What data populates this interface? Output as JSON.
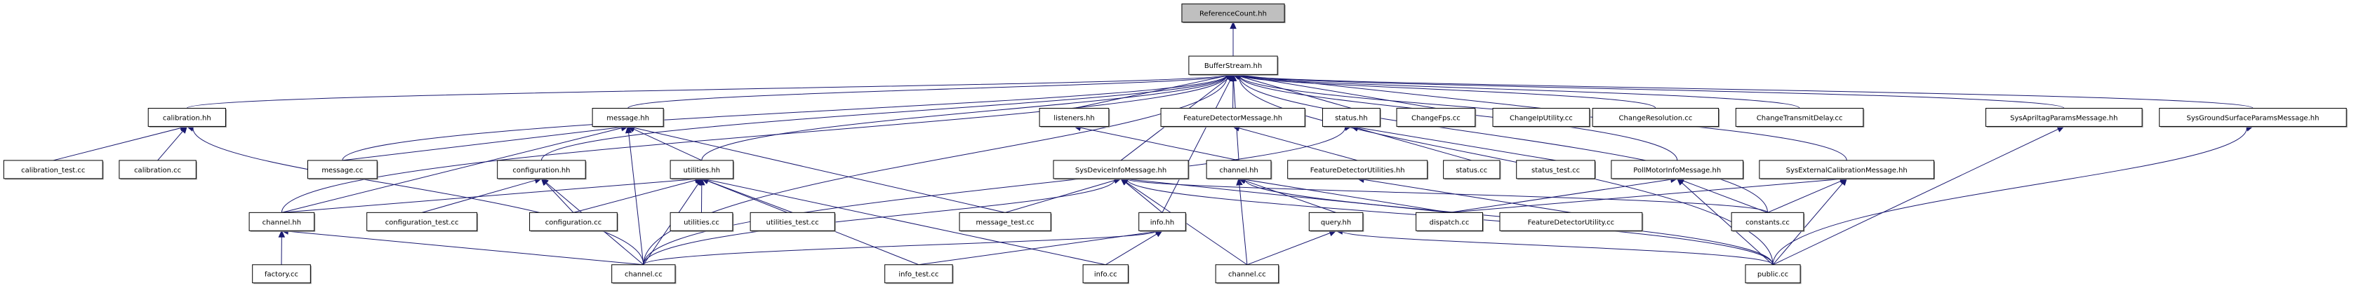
{
  "title": "ReferenceCount.hh include dependency graph",
  "colors": {
    "edge": "#191970",
    "root_fill": "#bfbfbf",
    "node_fill": "#ffffff",
    "border": "#000000"
  },
  "nodes": [
    {
      "id": "ReferenceCount_hh",
      "label": "ReferenceCount.hh",
      "root": true
    },
    {
      "id": "BufferStream_hh",
      "label": "BufferStream.hh"
    },
    {
      "id": "calibration_hh",
      "label": "calibration.hh"
    },
    {
      "id": "message_hh",
      "label": "message.hh"
    },
    {
      "id": "listeners_hh",
      "label": "listeners.hh"
    },
    {
      "id": "FeatureDetectorMessage_hh",
      "label": "FeatureDetectorMessage.hh"
    },
    {
      "id": "status_hh",
      "label": "status.hh"
    },
    {
      "id": "ChangeFps_cc",
      "label": "ChangeFps.cc"
    },
    {
      "id": "ChangeIpUtility_cc",
      "label": "ChangeIpUtility.cc"
    },
    {
      "id": "ChangeResolution_cc",
      "label": "ChangeResolution.cc"
    },
    {
      "id": "ChangeTransmitDelay_cc",
      "label": "ChangeTransmitDelay.cc"
    },
    {
      "id": "SysApriltagParamsMessage_hh",
      "label": "SysApriltagParamsMessage.hh"
    },
    {
      "id": "SysGroundSurfaceParamsMessage_hh",
      "label": "SysGroundSurfaceParamsMessage.hh"
    },
    {
      "id": "calibration_test_cc",
      "label": "calibration_test.cc"
    },
    {
      "id": "calibration_cc",
      "label": "calibration.cc"
    },
    {
      "id": "message_cc",
      "label": "message.cc"
    },
    {
      "id": "configuration_hh",
      "label": "configuration.hh"
    },
    {
      "id": "utilities_hh",
      "label": "utilities.hh"
    },
    {
      "id": "SysDeviceInfoMessage_hh",
      "label": "SysDeviceInfoMessage.hh"
    },
    {
      "id": "channel_hh_b",
      "label": "channel.hh"
    },
    {
      "id": "FeatureDetectorUtilities_hh",
      "label": "FeatureDetectorUtilities.hh"
    },
    {
      "id": "status_cc",
      "label": "status.cc"
    },
    {
      "id": "status_test_cc",
      "label": "status_test.cc"
    },
    {
      "id": "PollMotorInfoMessage_hh",
      "label": "PollMotorInfoMessage.hh"
    },
    {
      "id": "SysExternalCalibrationMessage_hh",
      "label": "SysExternalCalibrationMessage.hh"
    },
    {
      "id": "channel_hh_a",
      "label": "channel.hh"
    },
    {
      "id": "configuration_test_cc",
      "label": "configuration_test.cc"
    },
    {
      "id": "configuration_cc",
      "label": "configuration.cc"
    },
    {
      "id": "utilities_cc",
      "label": "utilities.cc"
    },
    {
      "id": "utilities_test_cc",
      "label": "utilities_test.cc"
    },
    {
      "id": "message_test_cc",
      "label": "message_test.cc"
    },
    {
      "id": "info_hh",
      "label": "info.hh"
    },
    {
      "id": "query_hh",
      "label": "query.hh"
    },
    {
      "id": "dispatch_cc",
      "label": "dispatch.cc"
    },
    {
      "id": "FeatureDetectorUtility_cc",
      "label": "FeatureDetectorUtility.cc"
    },
    {
      "id": "constants_cc",
      "label": "constants.cc"
    },
    {
      "id": "factory_cc",
      "label": "factory.cc"
    },
    {
      "id": "channel_cc_a",
      "label": "channel.cc"
    },
    {
      "id": "info_test_cc",
      "label": "info_test.cc"
    },
    {
      "id": "info_cc",
      "label": "info.cc"
    },
    {
      "id": "channel_cc_b",
      "label": "channel.cc"
    },
    {
      "id": "public_cc",
      "label": "public.cc"
    }
  ],
  "edges": [
    [
      "BufferStream_hh",
      "ReferenceCount_hh"
    ],
    [
      "calibration_hh",
      "BufferStream_hh"
    ],
    [
      "message_hh",
      "BufferStream_hh"
    ],
    [
      "listeners_hh",
      "BufferStream_hh"
    ],
    [
      "FeatureDetectorMessage_hh",
      "BufferStream_hh"
    ],
    [
      "status_hh",
      "BufferStream_hh"
    ],
    [
      "ChangeFps_cc",
      "BufferStream_hh"
    ],
    [
      "ChangeIpUtility_cc",
      "BufferStream_hh"
    ],
    [
      "ChangeResolution_cc",
      "BufferStream_hh"
    ],
    [
      "ChangeTransmitDelay_cc",
      "BufferStream_hh"
    ],
    [
      "SysApriltagParamsMessage_hh",
      "BufferStream_hh"
    ],
    [
      "SysGroundSurfaceParamsMessage_hh",
      "BufferStream_hh"
    ],
    [
      "message_cc",
      "BufferStream_hh"
    ],
    [
      "configuration_hh",
      "BufferStream_hh"
    ],
    [
      "utilities_hh",
      "BufferStream_hh"
    ],
    [
      "SysDeviceInfoMessage_hh",
      "BufferStream_hh"
    ],
    [
      "channel_hh_b",
      "BufferStream_hh"
    ],
    [
      "PollMotorInfoMessage_hh",
      "BufferStream_hh"
    ],
    [
      "SysExternalCalibrationMessage_hh",
      "BufferStream_hh"
    ],
    [
      "channel_hh_a",
      "BufferStream_hh"
    ],
    [
      "info_hh",
      "BufferStream_hh"
    ],
    [
      "constants_cc",
      "BufferStream_hh"
    ],
    [
      "channel_cc_a",
      "BufferStream_hh"
    ],
    [
      "public_cc",
      "BufferStream_hh"
    ],
    [
      "calibration_test_cc",
      "calibration_hh"
    ],
    [
      "calibration_cc",
      "calibration_hh"
    ],
    [
      "channel_cc_a",
      "calibration_hh"
    ],
    [
      "message_cc",
      "message_hh"
    ],
    [
      "channel_hh_a",
      "message_hh"
    ],
    [
      "channel_cc_a",
      "message_hh"
    ],
    [
      "utilities_hh",
      "message_hh"
    ],
    [
      "message_test_cc",
      "message_hh"
    ],
    [
      "channel_hh_b",
      "listeners_hh"
    ],
    [
      "FeatureDetectorUtilities_hh",
      "FeatureDetectorMessage_hh"
    ],
    [
      "status_cc",
      "status_hh"
    ],
    [
      "status_test_cc",
      "status_hh"
    ],
    [
      "channel_cc_a",
      "status_hh"
    ],
    [
      "configuration_test_cc",
      "configuration_hh"
    ],
    [
      "configuration_cc",
      "configuration_hh"
    ],
    [
      "channel_cc_a",
      "configuration_hh"
    ],
    [
      "channel_hh_a",
      "utilities_hh"
    ],
    [
      "configuration_cc",
      "utilities_hh"
    ],
    [
      "channel_cc_a",
      "utilities_hh"
    ],
    [
      "utilities_cc",
      "utilities_hh"
    ],
    [
      "utilities_test_cc",
      "utilities_hh"
    ],
    [
      "info_test_cc",
      "utilities_hh"
    ],
    [
      "info_cc",
      "utilities_hh"
    ],
    [
      "message_test_cc",
      "SysDeviceInfoMessage_hh"
    ],
    [
      "info_hh",
      "SysDeviceInfoMessage_hh"
    ],
    [
      "channel_cc_a",
      "SysDeviceInfoMessage_hh"
    ],
    [
      "channel_cc_b",
      "SysDeviceInfoMessage_hh"
    ],
    [
      "dispatch_cc",
      "SysDeviceInfoMessage_hh"
    ],
    [
      "constants_cc",
      "SysDeviceInfoMessage_hh"
    ],
    [
      "public_cc",
      "SysDeviceInfoMessage_hh"
    ],
    [
      "channel_cc_b",
      "channel_hh_b"
    ],
    [
      "query_hh",
      "channel_hh_b"
    ],
    [
      "dispatch_cc",
      "channel_hh_b"
    ],
    [
      "public_cc",
      "channel_hh_b"
    ],
    [
      "FeatureDetectorUtility_cc",
      "FeatureDetectorUtilities_hh"
    ],
    [
      "dispatch_cc",
      "PollMotorInfoMessage_hh"
    ],
    [
      "constants_cc",
      "PollMotorInfoMessage_hh"
    ],
    [
      "public_cc",
      "PollMotorInfoMessage_hh"
    ],
    [
      "dispatch_cc",
      "SysExternalCalibrationMessage_hh"
    ],
    [
      "constants_cc",
      "SysExternalCalibrationMessage_hh"
    ],
    [
      "public_cc",
      "SysExternalCalibrationMessage_hh"
    ],
    [
      "factory_cc",
      "channel_hh_a"
    ],
    [
      "channel_cc_a",
      "channel_hh_a"
    ],
    [
      "channel_cc_a",
      "info_hh"
    ],
    [
      "info_test_cc",
      "info_hh"
    ],
    [
      "info_cc",
      "info_hh"
    ],
    [
      "channel_cc_b",
      "query_hh"
    ],
    [
      "public_cc",
      "query_hh"
    ],
    [
      "public_cc",
      "SysApriltagParamsMessage_hh"
    ],
    [
      "public_cc",
      "SysGroundSurfaceParamsMessage_hh"
    ]
  ]
}
